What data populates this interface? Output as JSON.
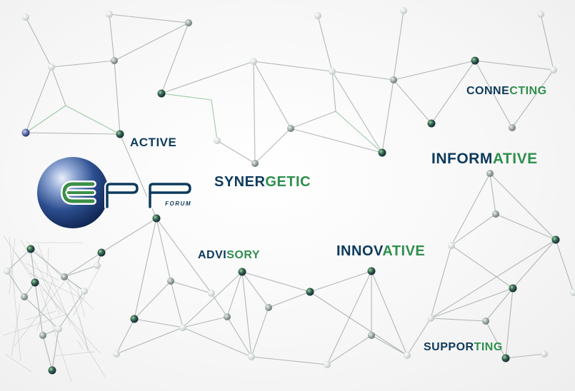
{
  "brand": {
    "name": "epp",
    "sub": "FORUM",
    "colors": {
      "navy": "#0d3a5c",
      "green": "#2e8f4e",
      "sphere": "#1f4a86"
    }
  },
  "keywords": [
    {
      "id": "active",
      "part1": "ACTIVE",
      "part2": ""
    },
    {
      "id": "connecting",
      "part1": "CONNE",
      "part2": "CTING"
    },
    {
      "id": "synergetic",
      "part1": "SYNER",
      "part2": "GETIC"
    },
    {
      "id": "informative",
      "part1": "INFORM",
      "part2": "ATIVE"
    },
    {
      "id": "advisory",
      "part1": "ADVI",
      "part2": "SORY"
    },
    {
      "id": "innovative",
      "part1": "INNOV",
      "part2": "ATIVE"
    },
    {
      "id": "supporting",
      "part1": "SUPPOR",
      "part2": "TING"
    }
  ]
}
